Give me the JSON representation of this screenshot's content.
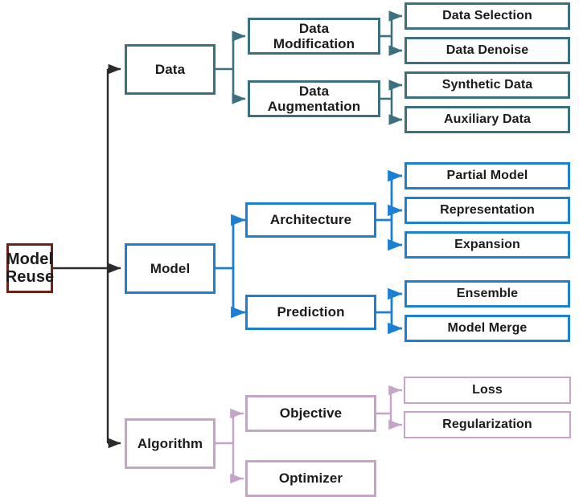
{
  "diagram": {
    "type": "tree",
    "title": "Model Reuse taxonomy",
    "colors": {
      "root_border": "#6b2318",
      "data_branch": "#3b7081",
      "model_branch": "#1b7fd4",
      "algorithm_branch": "#c6a4c8",
      "trunk_line": "#2b2b2b",
      "text": "#1b1b1b",
      "background": "#ffffff"
    },
    "root": {
      "label": "Model\nReuse",
      "line1": "Model",
      "line2": "Reuse"
    },
    "branches": [
      {
        "id": "data",
        "label": "Data",
        "color": "#3b7081",
        "children": [
          {
            "label": "Data\nModification",
            "line1": "Data",
            "line2": "Modification",
            "leaves": [
              {
                "label": "Data Selection"
              },
              {
                "label": "Data Denoise"
              }
            ]
          },
          {
            "label": "Data\nAugmentation",
            "line1": "Data",
            "line2": "Augmentation",
            "leaves": [
              {
                "label": "Synthetic Data"
              },
              {
                "label": "Auxiliary Data"
              }
            ]
          }
        ]
      },
      {
        "id": "model",
        "label": "Model",
        "color": "#1b7fd4",
        "children": [
          {
            "label": "Architecture",
            "line1": "Architecture",
            "line2": "",
            "leaves": [
              {
                "label": "Partial Model"
              },
              {
                "label": "Representation"
              },
              {
                "label": "Expansion"
              }
            ]
          },
          {
            "label": "Prediction",
            "line1": "Prediction",
            "line2": "",
            "leaves": [
              {
                "label": "Ensemble"
              },
              {
                "label": "Model Merge"
              }
            ]
          }
        ]
      },
      {
        "id": "algorithm",
        "label": "Algorithm",
        "color": "#c6a4c8",
        "children": [
          {
            "label": "Objective",
            "line1": "Objective",
            "line2": "",
            "leaves": [
              {
                "label": "Loss"
              },
              {
                "label": "Regularization"
              }
            ]
          },
          {
            "label": "Optimizer",
            "line1": "Optimizer",
            "line2": "",
            "leaves": []
          }
        ]
      }
    ]
  }
}
